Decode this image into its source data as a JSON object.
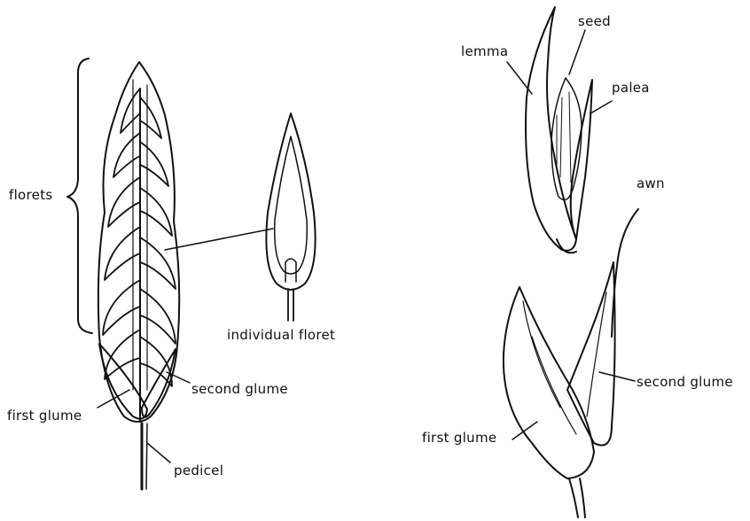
{
  "labels": {
    "florets": "florets",
    "individual_floret": "individual floret",
    "second_glume_left": "second glume",
    "first_glume_left": "first glume",
    "pedicel": "pedicel",
    "lemma": "lemma",
    "seed": "seed",
    "palea": "palea",
    "awn": "awn",
    "second_glume_right": "second glume",
    "first_glume_right": "first glume"
  },
  "colors": {
    "ink": "#111111",
    "background": "#ffffff"
  }
}
